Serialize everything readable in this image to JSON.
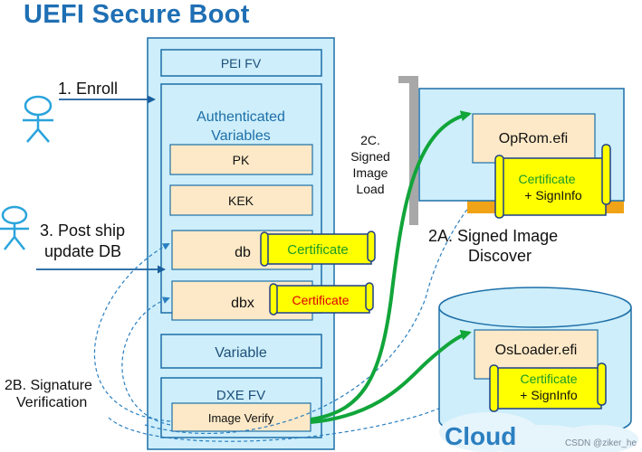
{
  "title": "UEFI Secure Boot",
  "firmware": {
    "pei_fv": "PEI FV",
    "auth_vars_line1": "Authenticated",
    "auth_vars_line2": "Variables",
    "pk": "PK",
    "kek": "KEK",
    "db": "db",
    "dbx": "dbx",
    "variable": "Variable",
    "dxe_fv": "DXE FV",
    "image_verify": "Image Verify"
  },
  "certificates": {
    "db_cert": "Certificate",
    "dbx_cert": "Certificate"
  },
  "labels": {
    "enroll": "1. Enroll",
    "post_ship_line1": "3. Post ship",
    "post_ship_line2": "update DB",
    "sig_verif_line1": "2B. Signature",
    "sig_verif_line2": "Verification",
    "signed_load_line1": "2C.",
    "signed_load_line2": "Signed",
    "signed_load_line3": "Image",
    "signed_load_line4": "Load",
    "discover_line1": "2A. Signed Image",
    "discover_line2": "Discover"
  },
  "oprom": {
    "file": "OpRom.efi",
    "cert_line1": "Certificate",
    "cert_line2": "+ SignInfo"
  },
  "osloader": {
    "file": "OsLoader.efi",
    "cert_line1": "Certificate",
    "cert_line2": "+ SignInfo"
  },
  "cloud": "Cloud",
  "watermark": "CSDN @ziker_he",
  "colors": {
    "title": "#1f6fb4",
    "fv_fill": "#cdeefa",
    "fv_stroke": "#1d6fa8",
    "var_fill": "#fde9c7",
    "cert_fill": "#ffff00",
    "cert_text_green": "#1a9a2a",
    "cert_text_red": "#dd0000",
    "arrow_green": "#11a53a",
    "arrow_blue": "#1a5f9e",
    "person": "#2aa4dc",
    "orange": "#f0a316"
  }
}
